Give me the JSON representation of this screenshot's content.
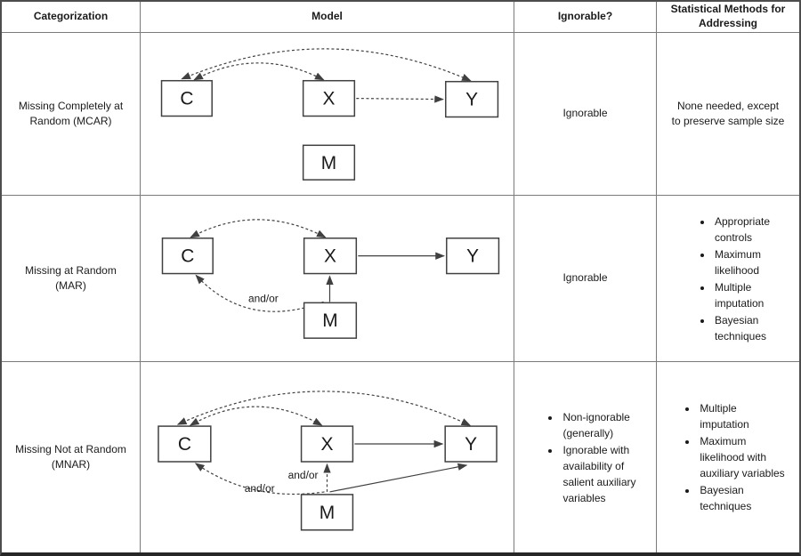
{
  "header": {
    "categorization": "Categorization",
    "model": "Model",
    "ignorable": "Ignorable?",
    "methods": "Statistical Methods for Addressing"
  },
  "rows": [
    {
      "categorization": {
        "lines": [
          "Missing Completely at",
          "Random (MCAR)"
        ]
      },
      "model": {
        "nodes": {
          "c": "C",
          "x": "X",
          "y": "Y",
          "m": "M"
        },
        "edges": [
          "C<-->X dashed arc",
          "C<-->Y dashed arc",
          "X-->Y dashed straight"
        ]
      },
      "ignorable": {
        "text": "Ignorable"
      },
      "methods": {
        "lines": [
          "None needed, except",
          "to preserve sample size"
        ]
      }
    },
    {
      "categorization": {
        "lines": [
          "Missing at Random",
          "(MAR)"
        ]
      },
      "model": {
        "nodes": {
          "c": "C",
          "x": "X",
          "y": "Y",
          "m": "M"
        },
        "labels": {
          "and_or": "and/or"
        },
        "edges": [
          "C<-->X dashed arc",
          "X-->Y solid",
          "M-->X solid",
          "M-->C dashed (and/or)"
        ]
      },
      "ignorable": {
        "text": "Ignorable"
      },
      "methods": {
        "bullets": [
          "Appropriate\ncontrols",
          "Maximum\nlikelihood",
          "Multiple\nimputation",
          "Bayesian\ntechniques"
        ]
      }
    },
    {
      "categorization": {
        "lines": [
          "Missing Not at Random",
          "(MNAR)"
        ]
      },
      "model": {
        "nodes": {
          "c": "C",
          "x": "X",
          "y": "Y",
          "m": "M"
        },
        "labels": {
          "and_or_1": "and/or",
          "and_or_2": "and/or"
        },
        "edges": [
          "C<-->X dashed arc",
          "C<-->Y dashed arc",
          "X-->Y solid",
          "M-->X dashed (and/or)",
          "M-->C dashed (and/or)",
          "M-->Y solid"
        ]
      },
      "ignorable": {
        "bullets": [
          "Non-ignorable\n(generally)",
          "Ignorable with\navailability of\nsalient auxiliary\nvariables"
        ]
      },
      "methods": {
        "bullets": [
          "Multiple\nimputation",
          "Maximum\nlikelihood with\nauxiliary variables",
          "Bayesian\ntechniques"
        ]
      }
    }
  ],
  "colors": {
    "line": "#404040",
    "grid": "#7a7a7a",
    "text": "#1a1a1a"
  }
}
